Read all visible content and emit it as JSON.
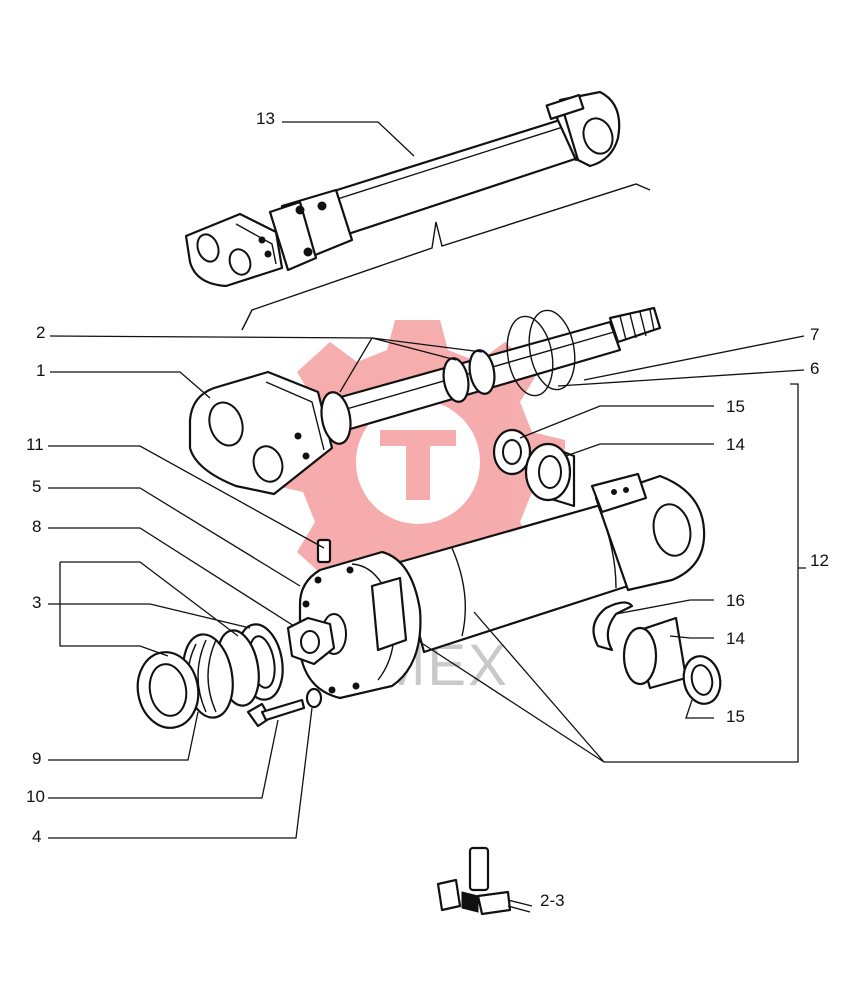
{
  "diagram": {
    "callouts": [
      {
        "id": "c13",
        "label": "13"
      },
      {
        "id": "c2",
        "label": "2"
      },
      {
        "id": "c1",
        "label": "1"
      },
      {
        "id": "c11",
        "label": "11"
      },
      {
        "id": "c5",
        "label": "5"
      },
      {
        "id": "c8",
        "label": "8"
      },
      {
        "id": "c3",
        "label": "3"
      },
      {
        "id": "c9",
        "label": "9"
      },
      {
        "id": "c10",
        "label": "10"
      },
      {
        "id": "c4",
        "label": "4"
      },
      {
        "id": "c7",
        "label": "7"
      },
      {
        "id": "c6",
        "label": "6"
      },
      {
        "id": "c15a",
        "label": "15"
      },
      {
        "id": "c14a",
        "label": "14"
      },
      {
        "id": "c12",
        "label": "12"
      },
      {
        "id": "c16",
        "label": "16"
      },
      {
        "id": "c14b",
        "label": "14"
      },
      {
        "id": "c15b",
        "label": "15"
      }
    ],
    "reference": {
      "label": "2-3"
    },
    "watermark": {
      "text": "OMEX",
      "color": "#e84a4a"
    }
  }
}
